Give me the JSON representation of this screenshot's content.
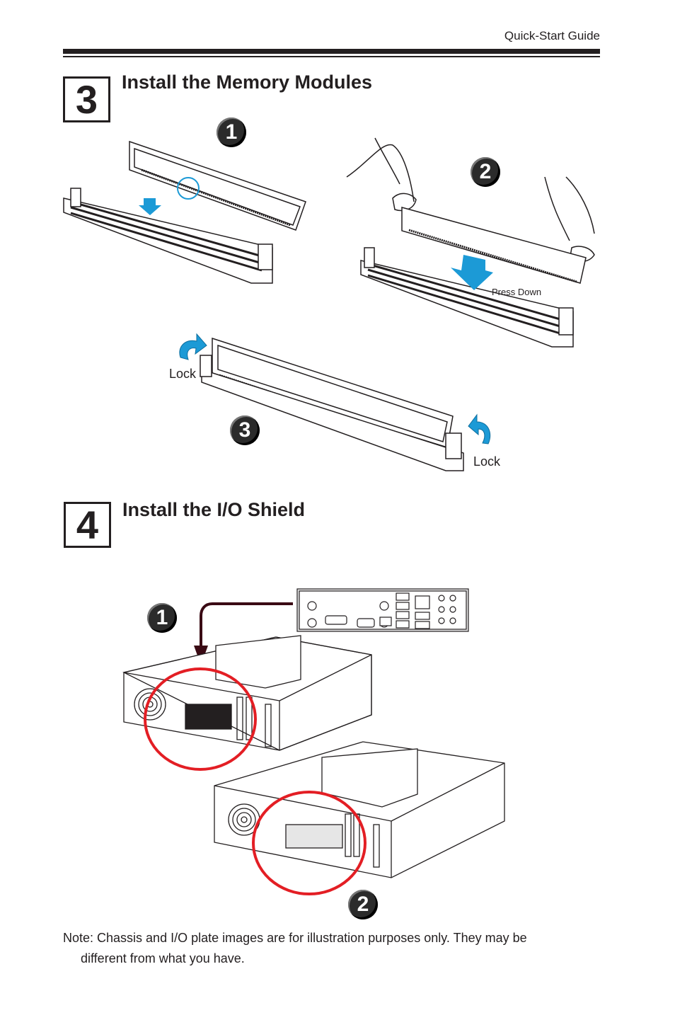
{
  "header": {
    "title": "Quick-Start Guide"
  },
  "step3": {
    "number": "3",
    "title": "Install the Memory Modules",
    "badges": [
      "1",
      "2",
      "3"
    ],
    "press_label": "Press Down",
    "lock_left": "Lock",
    "lock_right": "Lock"
  },
  "step4": {
    "number": "4",
    "title": "Install the I/O Shield",
    "badges": [
      "1",
      "2"
    ]
  },
  "note": {
    "line1": "Note: Chassis and I/O plate images are for illustration purposes only. They may be",
    "line2": "different from what you have."
  },
  "colors": {
    "arrow_blue": "#1c9ad6",
    "circle_red": "#e31e24",
    "arrow_dark": "#3a0a14"
  }
}
